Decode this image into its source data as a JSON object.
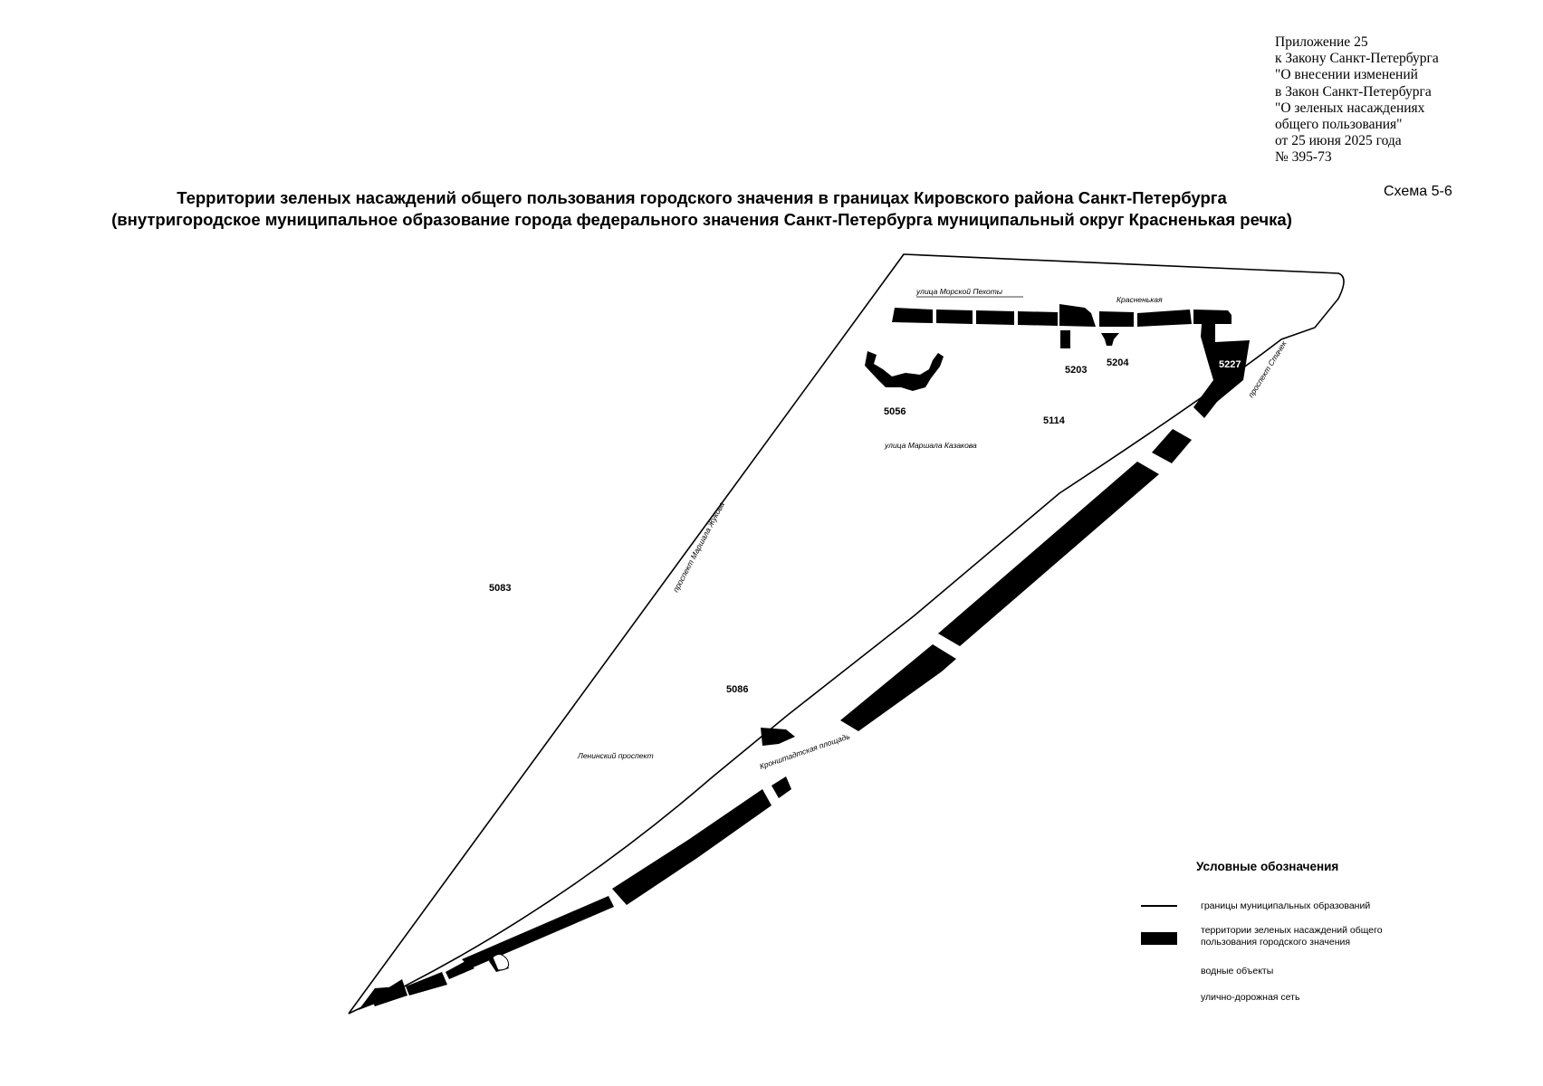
{
  "appendix": {
    "lines": [
      "Приложение 25",
      "к Закону Санкт-Петербурга",
      "\"О внесении изменений",
      "в Закон Санкт-Петербурга",
      "\"О зеленых насаждениях",
      "общего пользования\"",
      "от 25 июня 2025 года",
      "№ 395-73"
    ]
  },
  "scheme_label": "Схема 5-6",
  "title": {
    "line1": "Территории зеленых насаждений общего пользования городского значения в границах Кировского района Санкт-Петербурга",
    "line2": "(внутригородское муниципальное образование города федерального значения Санкт-Петербурга муниципальный округ Красненькая речка)"
  },
  "map": {
    "streets": {
      "morskoy_pekhoty": "улица Морской Пехоты",
      "krasnenkaya": "Красненькая",
      "stachek": "проспект Стачек",
      "kazakova": "улица Маршала Казакова",
      "zhukova": "проспект Маршала Жукова",
      "leninsky": "Ленинский проспект",
      "kronshtadtskaya": "Кронштадтская площадь"
    },
    "area_codes": {
      "c5203": "5203",
      "c5204": "5204",
      "c5227": "5227",
      "c5056": "5056",
      "c5114": "5114",
      "c5083": "5083",
      "c5086": "5086"
    },
    "colors": {
      "green_zone": "#000000",
      "boundary": "#000000",
      "background": "#ffffff"
    }
  },
  "legend": {
    "title": "Условные обозначения",
    "boundaries": "границы муниципальных образований",
    "green_line1": "территории зеленых насаждений общего",
    "green_line2": "пользования городского значения",
    "water": "водные объекты",
    "roads": "улично-дорожная сеть"
  }
}
